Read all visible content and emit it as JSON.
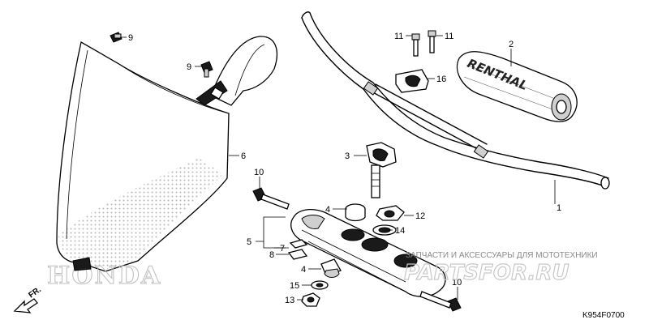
{
  "labels": {
    "p1": "1",
    "p2": "2",
    "p3": "3",
    "p4a": "4",
    "p4b": "4",
    "p5": "5",
    "p6": "6",
    "p7": "7",
    "p8": "8",
    "p9a": "9",
    "p9b": "9",
    "p10a": "10",
    "p10b": "10",
    "p11a": "11",
    "p11b": "11",
    "p12": "12",
    "p13": "13",
    "p14": "14",
    "p15": "15",
    "p16": "16"
  },
  "direction_marker": "FR.",
  "diagram_code": "K954F0700",
  "grip_brand": "RENTHAL",
  "plate_brand": "HONDA",
  "watermark": {
    "caption": "ЗАПЧАСТИ И АКСЕССУАРЫ ДЛЯ МОТОТЕХНИКИ",
    "logo": "PARTSFOR.RU"
  }
}
